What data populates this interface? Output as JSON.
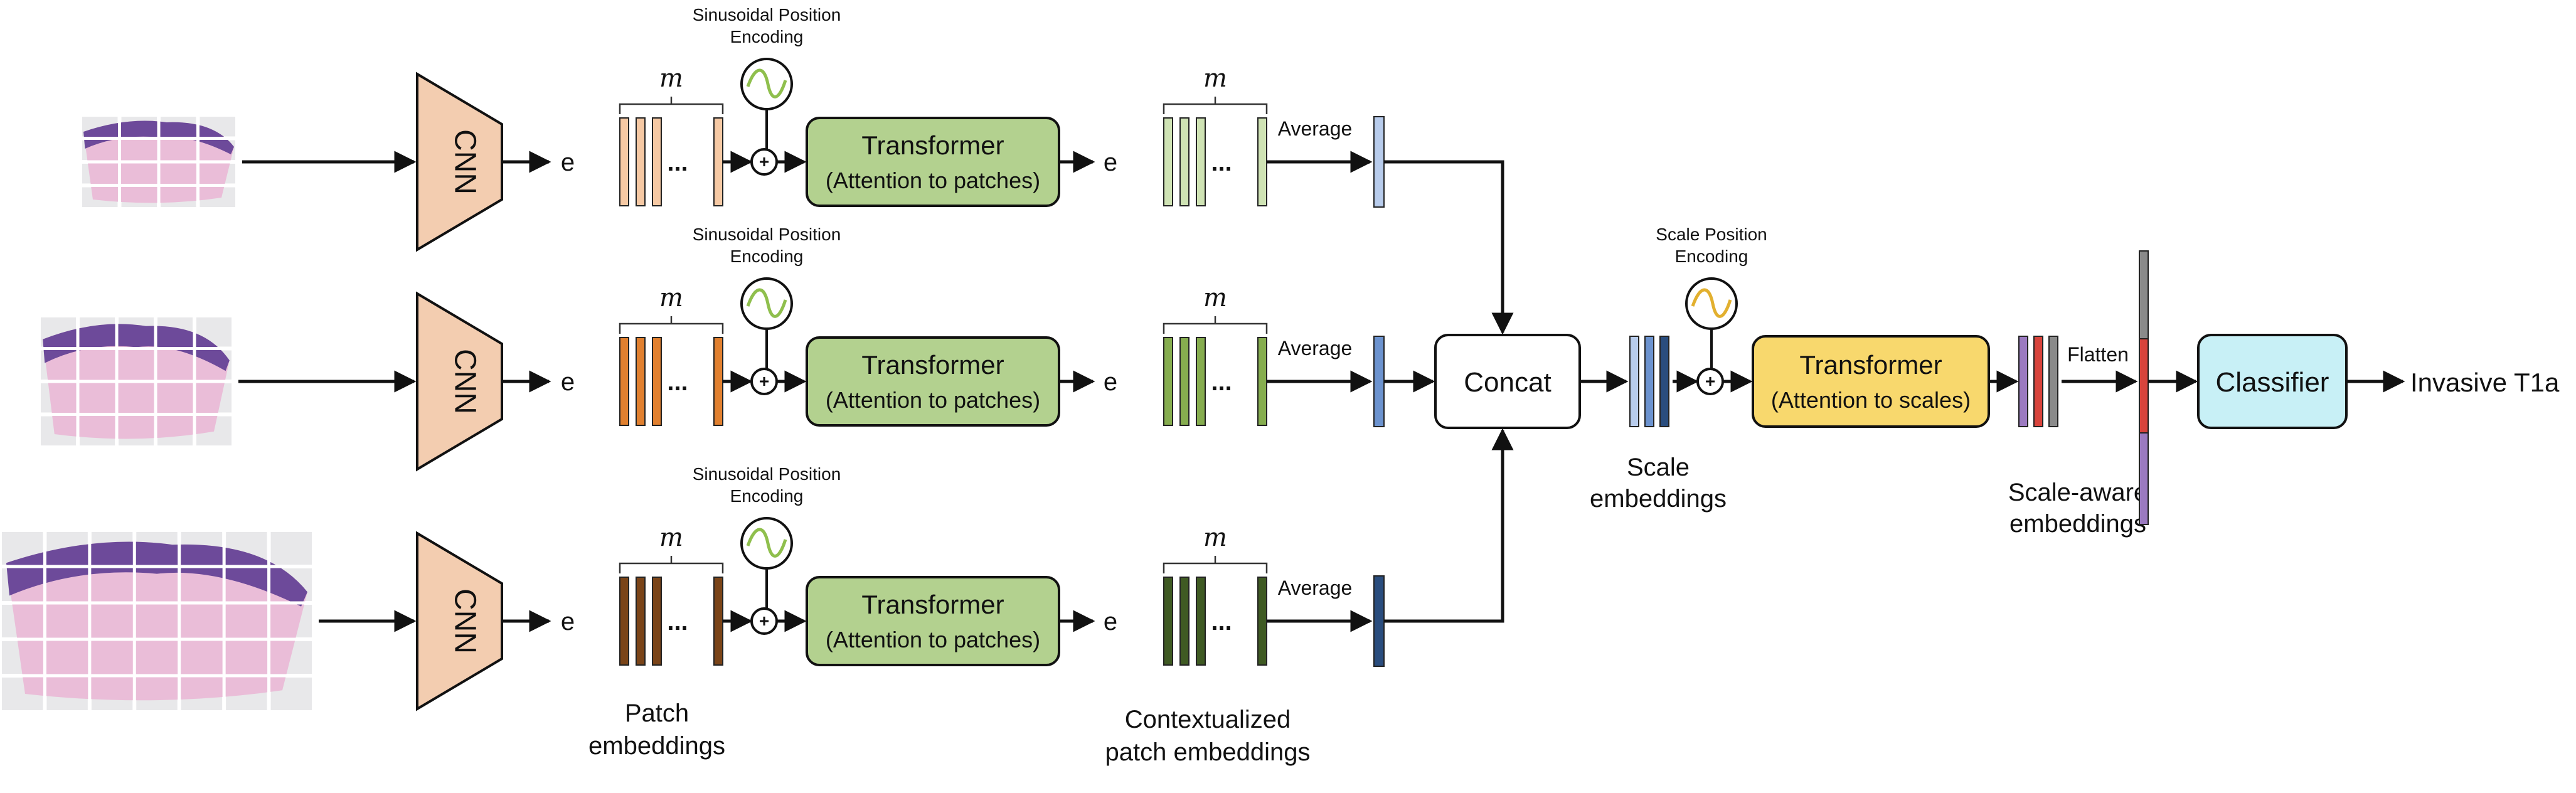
{
  "cnn_label": "CNN",
  "e_label": "e",
  "m_label": "m",
  "ellipsis": "...",
  "plus_symbol": "+",
  "sin_pe_line1": "Sinusoidal Position",
  "sin_pe_line2": "Encoding",
  "transformer_patch_line1": "Transformer",
  "transformer_patch_line2": "(Attention to patches)",
  "average_label": "Average",
  "concat_label": "Concat",
  "scale_pe_line1": "Scale Position",
  "scale_pe_line2": "Encoding",
  "transformer_scale_line1": "Transformer",
  "transformer_scale_line2": "(Attention to scales)",
  "flatten_label": "Flatten",
  "classifier_label": "Classifier",
  "output_label": "Invasive T1a",
  "patch_emb_line1": "Patch",
  "patch_emb_line2": "embeddings",
  "context_emb_line1": "Contextualized",
  "context_emb_line2": "patch embeddings",
  "scale_emb_line1": "Scale",
  "scale_emb_line2": "embeddings",
  "scaleaware_emb_line1": "Scale-aware",
  "scaleaware_emb_line2": "embeddings",
  "colors": {
    "cnn_fill": "#f3cdb0",
    "transformer_patch_fill": "#b3d18f",
    "transformer_scale_fill": "#f8d86d",
    "classifier_fill": "#c8f0f6",
    "sin_wave": "#8fbf4d",
    "scale_wave": "#e2b02f",
    "patch_bars": [
      "#f6c9a4",
      "#e1802f",
      "#7a4418"
    ],
    "context_bars": [
      "#cfe3b4",
      "#86ad4f",
      "#3f5a23"
    ],
    "avg_bars": [
      "#b8ccec",
      "#6c93cf",
      "#2a4d7e"
    ],
    "scale_aware_bars": [
      "#9b7ac0",
      "#d8443c",
      "#8a8a8a"
    ],
    "tissue_purple": "#6d4a9a",
    "tissue_pink": "#e9b9d6"
  }
}
